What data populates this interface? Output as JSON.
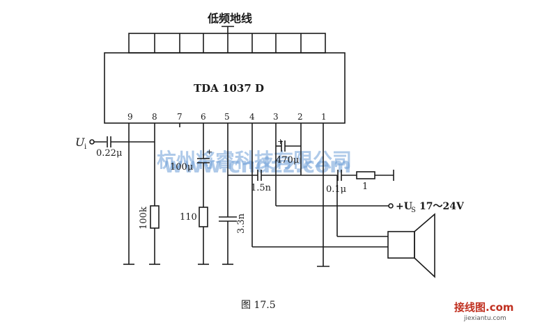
{
  "ground_label": "低频地线",
  "ic_label": "TDA 1037 D",
  "pins": [
    "9",
    "8",
    "7",
    "6",
    "5",
    "4",
    "3",
    "2",
    "1"
  ],
  "components": {
    "ui": "U",
    "ui_sub": "i",
    "c_in": "0.22μ",
    "c_100u": "100μ",
    "c_470u": "470μ",
    "c_1n5": "1.5n",
    "c_01u": "0.1μ",
    "r_1": "1",
    "r_100k": "100k",
    "r_110": "110",
    "c_3n3": "3.3n",
    "supply": "+U",
    "supply_sub": "S",
    "supply_range": "17～24V",
    "plus": "+"
  },
  "caption": "图 17.5",
  "watermark": "杭州将睿科技有限公司",
  "watermark_url": "www.cndzz.com",
  "site_logo": "接线图.com",
  "site_url": "jiexiantu.com"
}
